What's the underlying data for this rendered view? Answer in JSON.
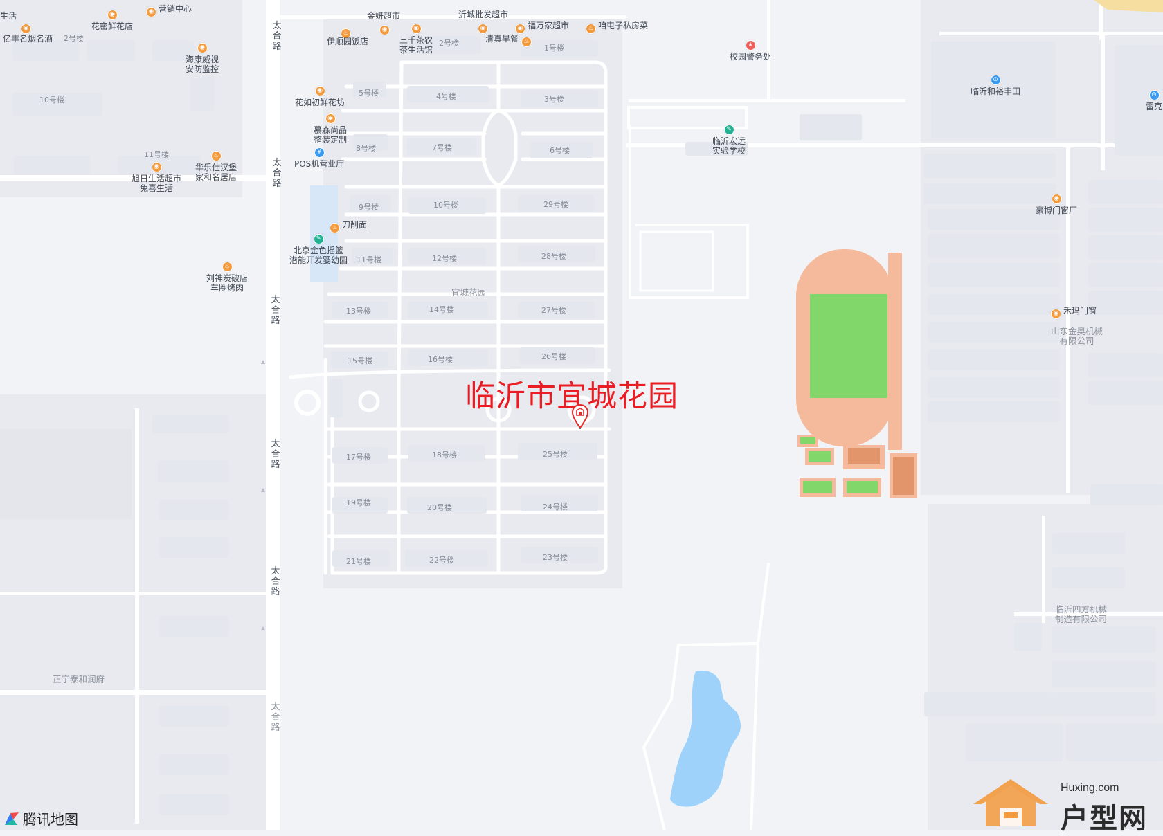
{
  "place_title": "临沂市宜城花园",
  "roads": {
    "taihe_1": "太合路",
    "taihe_2": "太合路",
    "taihe_3": "太合路",
    "taihe_4": "太合路",
    "taihe_5": "太合路",
    "taihe_6": "太合路"
  },
  "compound_label": "宜城花园",
  "buildings": [
    {
      "id": "b1",
      "label": "1号楼"
    },
    {
      "id": "b2",
      "label": "2号楼"
    },
    {
      "id": "b3",
      "label": "3号楼"
    },
    {
      "id": "b4",
      "label": "4号楼"
    },
    {
      "id": "b5",
      "label": "5号楼"
    },
    {
      "id": "b6",
      "label": "6号楼"
    },
    {
      "id": "b7",
      "label": "7号楼"
    },
    {
      "id": "b8",
      "label": "8号楼"
    },
    {
      "id": "b9",
      "label": "9号楼"
    },
    {
      "id": "b10",
      "label": "10号楼"
    },
    {
      "id": "b11",
      "label": "11号楼"
    },
    {
      "id": "b12",
      "label": "12号楼"
    },
    {
      "id": "b13",
      "label": "13号楼"
    },
    {
      "id": "b14",
      "label": "14号楼"
    },
    {
      "id": "b15",
      "label": "15号楼"
    },
    {
      "id": "b16",
      "label": "16号楼"
    },
    {
      "id": "b17",
      "label": "17号楼"
    },
    {
      "id": "b18",
      "label": "18号楼"
    },
    {
      "id": "b19",
      "label": "19号楼"
    },
    {
      "id": "b20",
      "label": "20号楼"
    },
    {
      "id": "b21",
      "label": "21号楼"
    },
    {
      "id": "b22",
      "label": "22号楼"
    },
    {
      "id": "b23",
      "label": "23号楼"
    },
    {
      "id": "b24",
      "label": "24号楼"
    },
    {
      "id": "b25",
      "label": "25号楼"
    },
    {
      "id": "b26",
      "label": "26号楼"
    },
    {
      "id": "b27",
      "label": "27号楼"
    },
    {
      "id": "b28",
      "label": "28号楼"
    },
    {
      "id": "b29",
      "label": "29号楼"
    }
  ],
  "left_buildings": {
    "w2": "2号楼",
    "w10": "10号楼",
    "w11": "11号楼"
  },
  "pois": {
    "jinyan": "金妍超市",
    "yicheng_pifa": "沂城批发超市",
    "fuwanjia": "福万家超市",
    "zadianzi": "咱屯子私房菜",
    "yishun": "伊顺园饭店",
    "sanqian_1": "三千茶农",
    "sanqian_2": "茶生活馆",
    "qingzhen": "清真早餐",
    "huaru": "花如初鲜花坊",
    "musen_1": "慕森尚品",
    "musen_2": "整装定制",
    "pos": "POS机营业厅",
    "daoxiao": "刀削面",
    "beijing_1": "北京金色摇篮",
    "beijing_2": "潜能开发婴幼园",
    "xiaoyuan": "校园警务处",
    "hongyuan_1": "临沂宏远",
    "hongyuan_2": "实验学校",
    "heyu": "临沂和裕丰田",
    "leike": "雷克",
    "haobo": "豪博门窗厂",
    "hema": "禾玛门窗",
    "yingxiao": "营销中心",
    "huami": "花密鲜花店",
    "yifeng": "亿丰名烟名酒",
    "shenghuo": "生活",
    "haikang_1": "海康威视",
    "haikang_2": "安防监控",
    "hualeshi_1": "华乐仕汉堡",
    "hualeshi_2": "家和名居店",
    "xuri_1": "旭日生活超市",
    "xuri_2": "兔喜生活",
    "liushen_1": "刘神炭破店",
    "liushen_2": "车圈烤肉",
    "zhengyu": "正宇泰和润府",
    "shandong_1": "山东金奥机械",
    "shandong_2": "有限公司",
    "sifang_1": "临沂四方机械",
    "sifang_2": "制造有限公司"
  },
  "map_logo": "腾讯地图",
  "watermark": {
    "url": "Huxing.com",
    "text": "户型网"
  },
  "colors": {
    "background": "#f1f3f7",
    "road": "#ffffff",
    "building": "#e4e7ed",
    "track": "#f5b99c",
    "field": "#82d76a",
    "water": "#9fd2fb",
    "title": "#ea1d24",
    "poi_orange": "#f39a3c"
  }
}
